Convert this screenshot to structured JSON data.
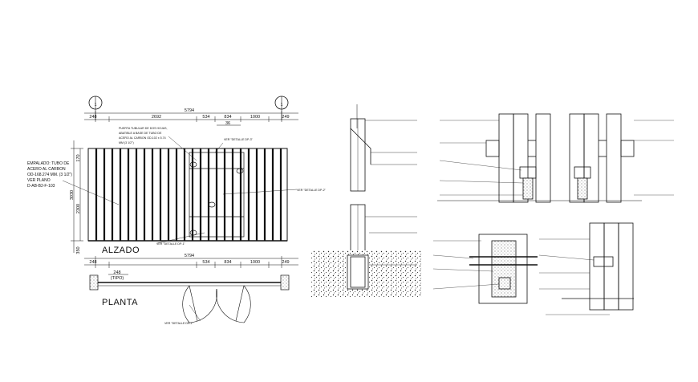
{
  "elevation": {
    "grid_marks": [
      "1",
      "1"
    ],
    "dims_top": [
      "248",
      "2692",
      "534",
      "834",
      "1000",
      "249"
    ],
    "dim_overall": "5794",
    "dim_inner": "36",
    "dims_left": [
      "170",
      "3030",
      "2300",
      "350"
    ],
    "note_left": [
      "EMPALADO: TUBO DE",
      "ACERO AL CARBON",
      "OD-168.274 MM. (3 1/2\")",
      "VER PLANO",
      "D-AB-B2-F-103"
    ],
    "note_top": [
      "PUERTA TUBULAR DE DOS HOJAS,",
      "ABATIBLE A BASE DE TUBO DE",
      "ACERO AL CARBON OD-102 x 5.74",
      "MM (3 1/2\")"
    ],
    "callout_dp2": "VER \"DETALLE DP-2\"",
    "callout_dp3": "VER \"DETALLE DP-3\"",
    "callout_dp2b": "VER \"DETALLE DP-2\"",
    "callout_dp1": "VER \"DETALLE DP-1\"",
    "title": "ALZADO"
  },
  "plan": {
    "dims_top": [
      "248",
      "534",
      "834",
      "1000",
      "249"
    ],
    "dim_overall": "5794",
    "dim_sub": "248",
    "dim_sub2": "(TIPO)",
    "title": "PLANTA",
    "callout_dr1": "VER \"DETALLE DR-1\""
  }
}
